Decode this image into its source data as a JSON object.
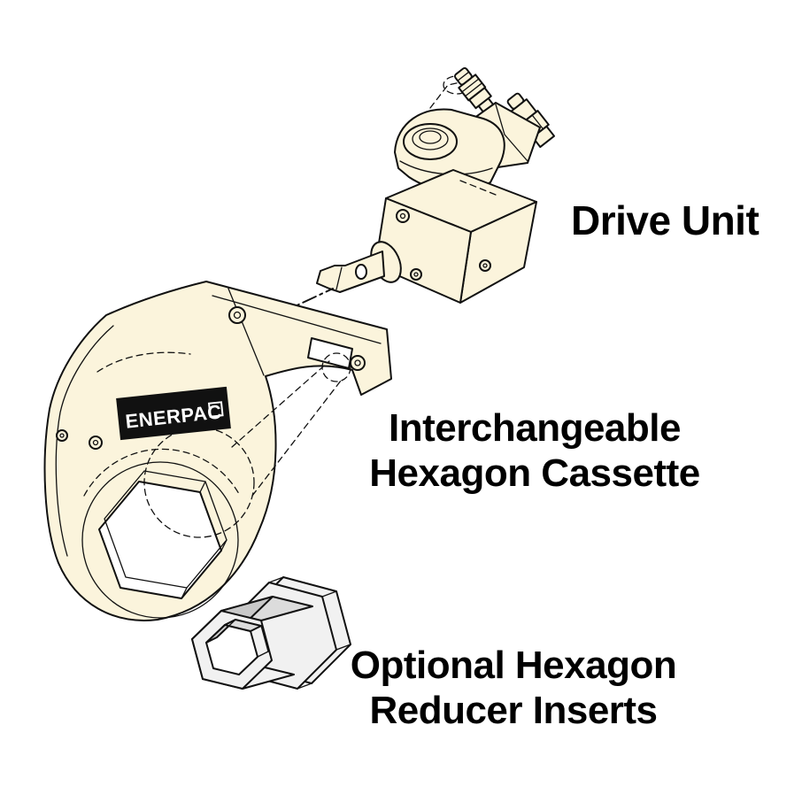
{
  "diagram": {
    "labels": {
      "drive_unit": "Drive Unit",
      "cassette_line1": "Interchangeable",
      "cassette_line2": "Hexagon Cassette",
      "inserts_line1": "Optional Hexagon",
      "inserts_line2": "Reducer Inserts"
    },
    "brand": "ENERPAC",
    "colors": {
      "page_bg": "#FFFFFF",
      "line": "#111111",
      "body_fill": "#FBF4DC",
      "metal_light": "#F1F1F1",
      "metal_mid": "#DCDCDC",
      "metal_dark": "#C8C8C8",
      "label_text": "#000000",
      "logo_bg": "#111111",
      "logo_text": "#FFFFFF"
    }
  }
}
